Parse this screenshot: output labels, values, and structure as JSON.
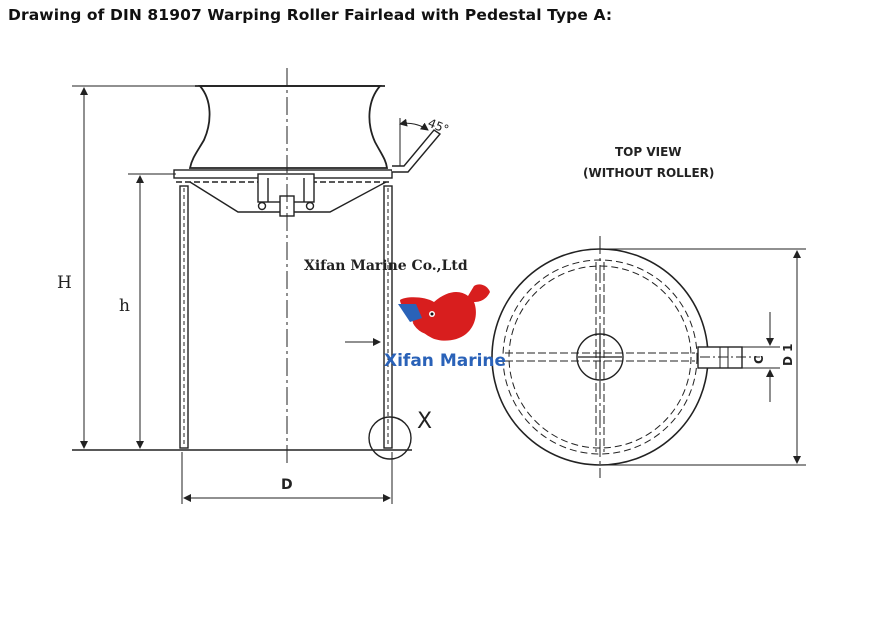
{
  "page": {
    "title": "Drawing of DIN 81907 Warping Roller Fairlead with Pedestal Type A:"
  },
  "drawing": {
    "angle_label": "45°",
    "dim_H": "H",
    "dim_h": "h",
    "dim_D": "D",
    "detail_X": "X",
    "top_view_title": "TOP VIEW",
    "top_view_subtitle": "(WITHOUT ROLLER)",
    "dim_C": "C",
    "dim_D1": "D 1"
  },
  "watermark": {
    "company_cn": "Xifan Marine Co.,Ltd",
    "logo_text": "Xifan Marine",
    "colors": {
      "red": "#d81e1e",
      "blue": "#2a62b8"
    }
  }
}
